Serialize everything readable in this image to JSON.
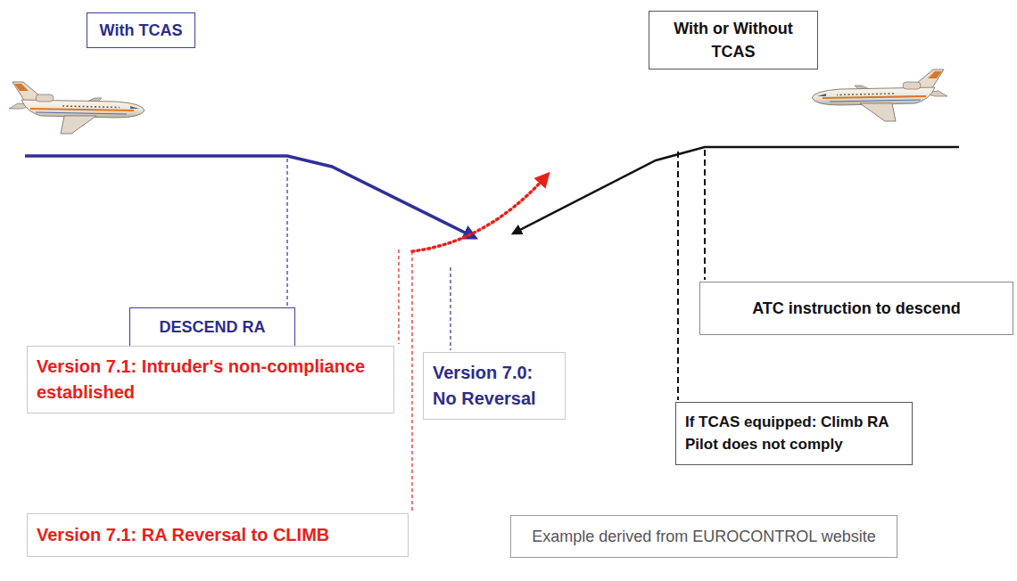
{
  "diagram": {
    "nodes": [
      {
        "text": [
          "With TCAS"
        ]
      },
      {
        "text": [
          "With or Without TCAS"
        ]
      },
      {
        "text": [
          "DESCEND RA"
        ]
      },
      {
        "text": [
          "ATC instruction to descend"
        ]
      },
      {
        "text": [
          "Version 7.1: Intruder's non-compliance established"
        ]
      },
      {
        "text": [
          "Version 7.0: No Reversal"
        ]
      },
      {
        "text": [
          "If TCAS equipped: Climb RA Pilot does not comply"
        ]
      },
      {
        "text": [
          "Version 7.1: RA Reversal to CLIMB"
        ]
      },
      {
        "text": [
          "Example derived from EUROCONTROL website"
        ]
      }
    ]
  }
}
